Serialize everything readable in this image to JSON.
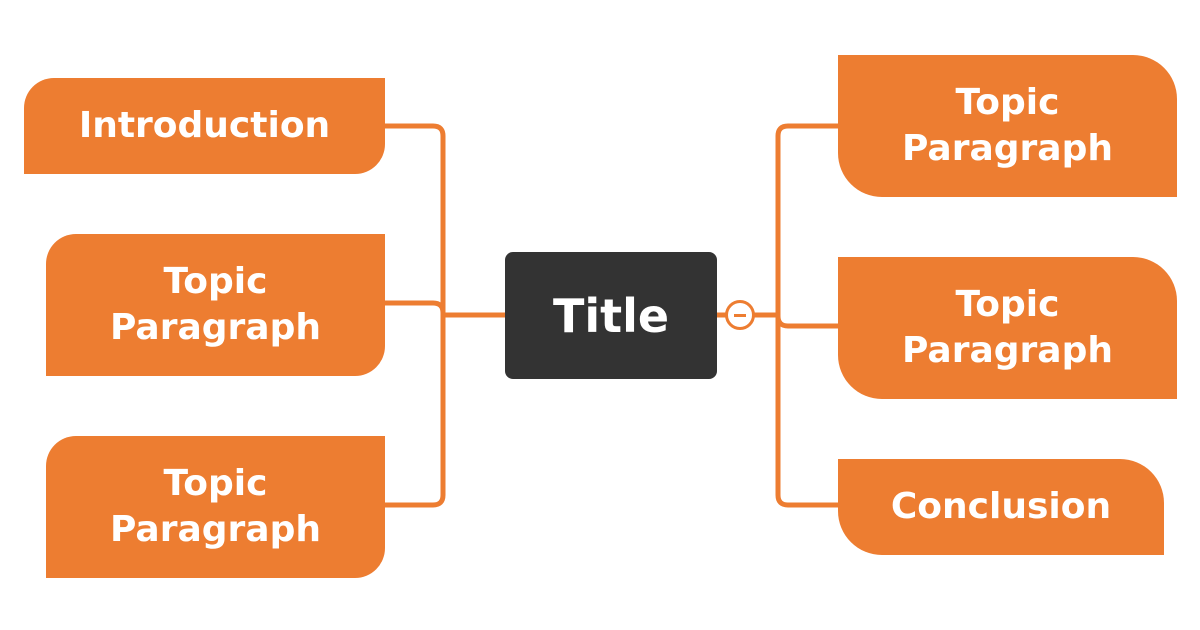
{
  "central_topic": {
    "label": "Title"
  },
  "left_branches": [
    {
      "label": "Introduction"
    },
    {
      "label": "Topic\nParagraph"
    },
    {
      "label": "Topic\nParagraph"
    }
  ],
  "right_branches": [
    {
      "label": "Topic\nParagraph"
    },
    {
      "label": "Topic\nParagraph"
    },
    {
      "label": "Conclusion"
    }
  ],
  "collapse_toggle": {
    "icon": "minus-circle-icon"
  },
  "colors": {
    "topic_fill": "#ED7D31",
    "central_fill": "#333333",
    "connector": "#ED7D31",
    "text": "#FFFFFF"
  }
}
